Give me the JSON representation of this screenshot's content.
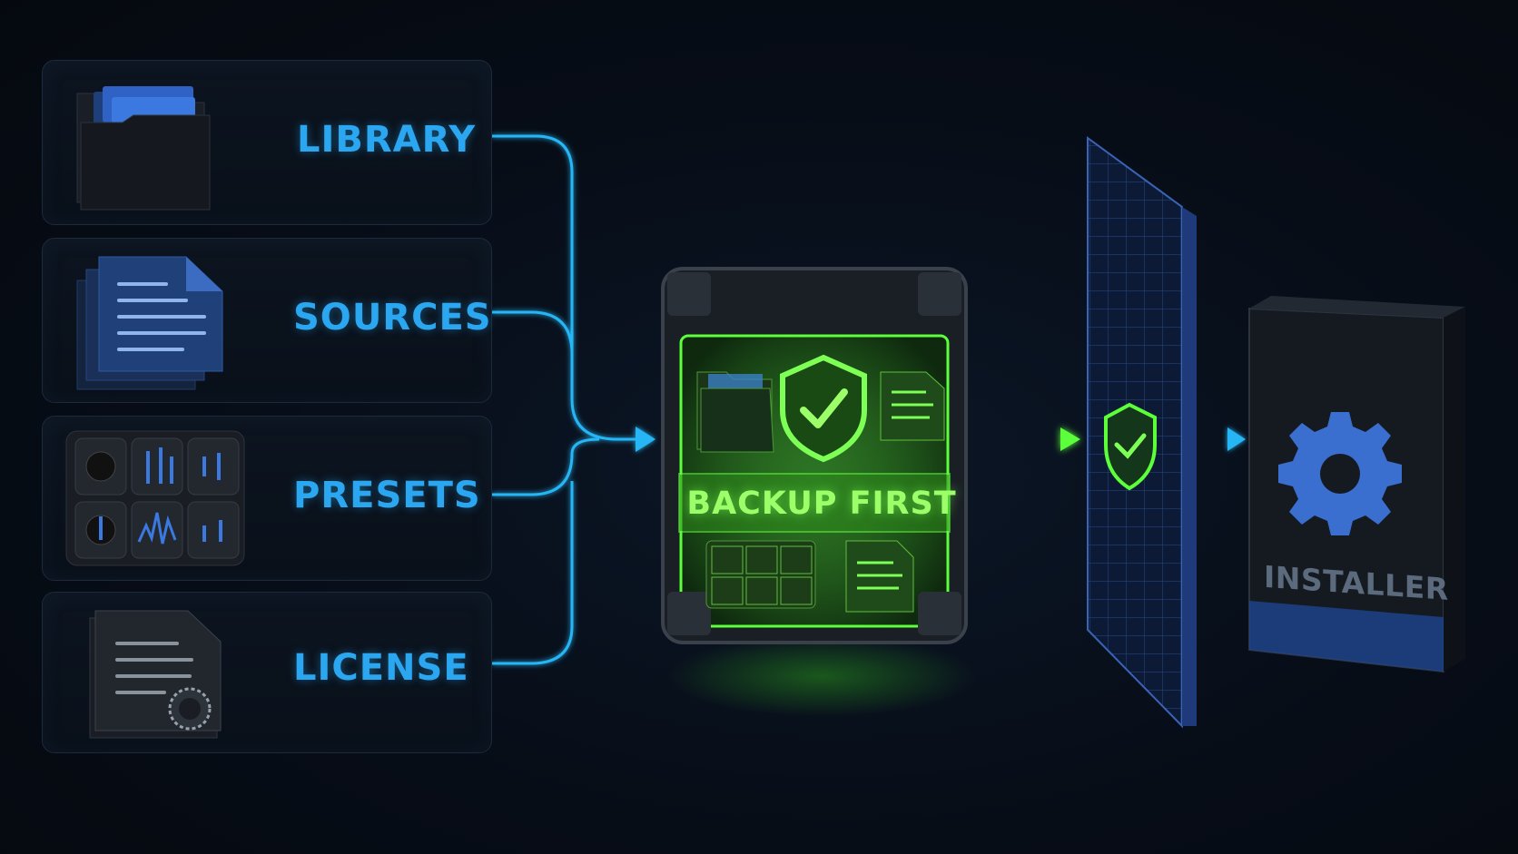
{
  "sources": [
    {
      "label": "LIBRARY",
      "icon": "folder-icon"
    },
    {
      "label": "SOURCES",
      "icon": "documents-icon"
    },
    {
      "label": "PRESETS",
      "icon": "preset-controls-icon"
    },
    {
      "label": "LICENSE",
      "icon": "license-certificate-icon"
    }
  ],
  "backup": {
    "label": "BACKUP FIRST",
    "icon": "shield-check-icon"
  },
  "firewall": {
    "icon": "firewall-shield-icon"
  },
  "installer": {
    "label": "INSTALLER",
    "icon": "gear-icon"
  },
  "colors": {
    "accent_blue": "#2aa7f0",
    "accent_green": "#5cff3a",
    "background": "#070d17",
    "panel_border": "#1d2a3b"
  }
}
